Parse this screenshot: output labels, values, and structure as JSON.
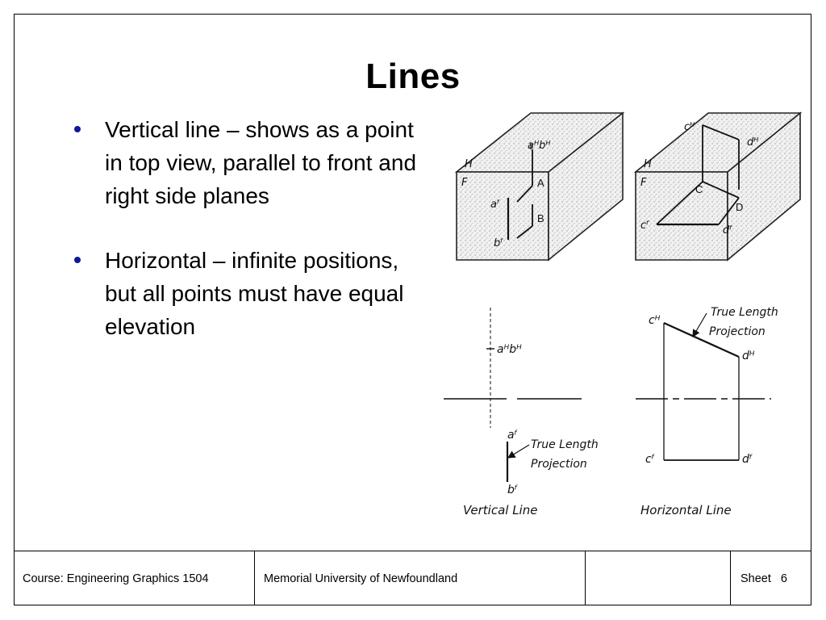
{
  "title": "Lines",
  "bullets": [
    "Vertical line – shows as a point in top view, parallel to front and right side planes",
    "Horizontal – infinite positions, but all points must have equal elevation"
  ],
  "figure": {
    "labels": {
      "h1": "H",
      "f1": "F",
      "ahbh": "aᴴbᴴ",
      "A": "A",
      "B": "B",
      "af": "aᶠ",
      "bf": "bᶠ",
      "h2": "H",
      "f2": "F",
      "ch": "cᴴ",
      "dh": "dᴴ",
      "C": "C",
      "D": "D",
      "cf": "cᶠ",
      "df": "dᶠ",
      "ahbh2": "aᴴbᴴ",
      "af2": "aᶠ",
      "bf2": "bᶠ",
      "tl1a": "True Length",
      "tl1b": "Projection",
      "ch2": "cᴴ",
      "dh2": "dᴴ",
      "tl2a": "True Length",
      "tl2b": "Projection",
      "cf2": "cᶠ",
      "df2": "dᶠ",
      "caption_vertical": "Vertical  Line",
      "caption_horizontal": "Horizontal Line"
    }
  },
  "footer": {
    "course": "Course: Engineering Graphics 1504",
    "university": "Memorial University of Newfoundland",
    "blank": "",
    "sheet_label": "Sheet",
    "sheet_number": "6"
  }
}
